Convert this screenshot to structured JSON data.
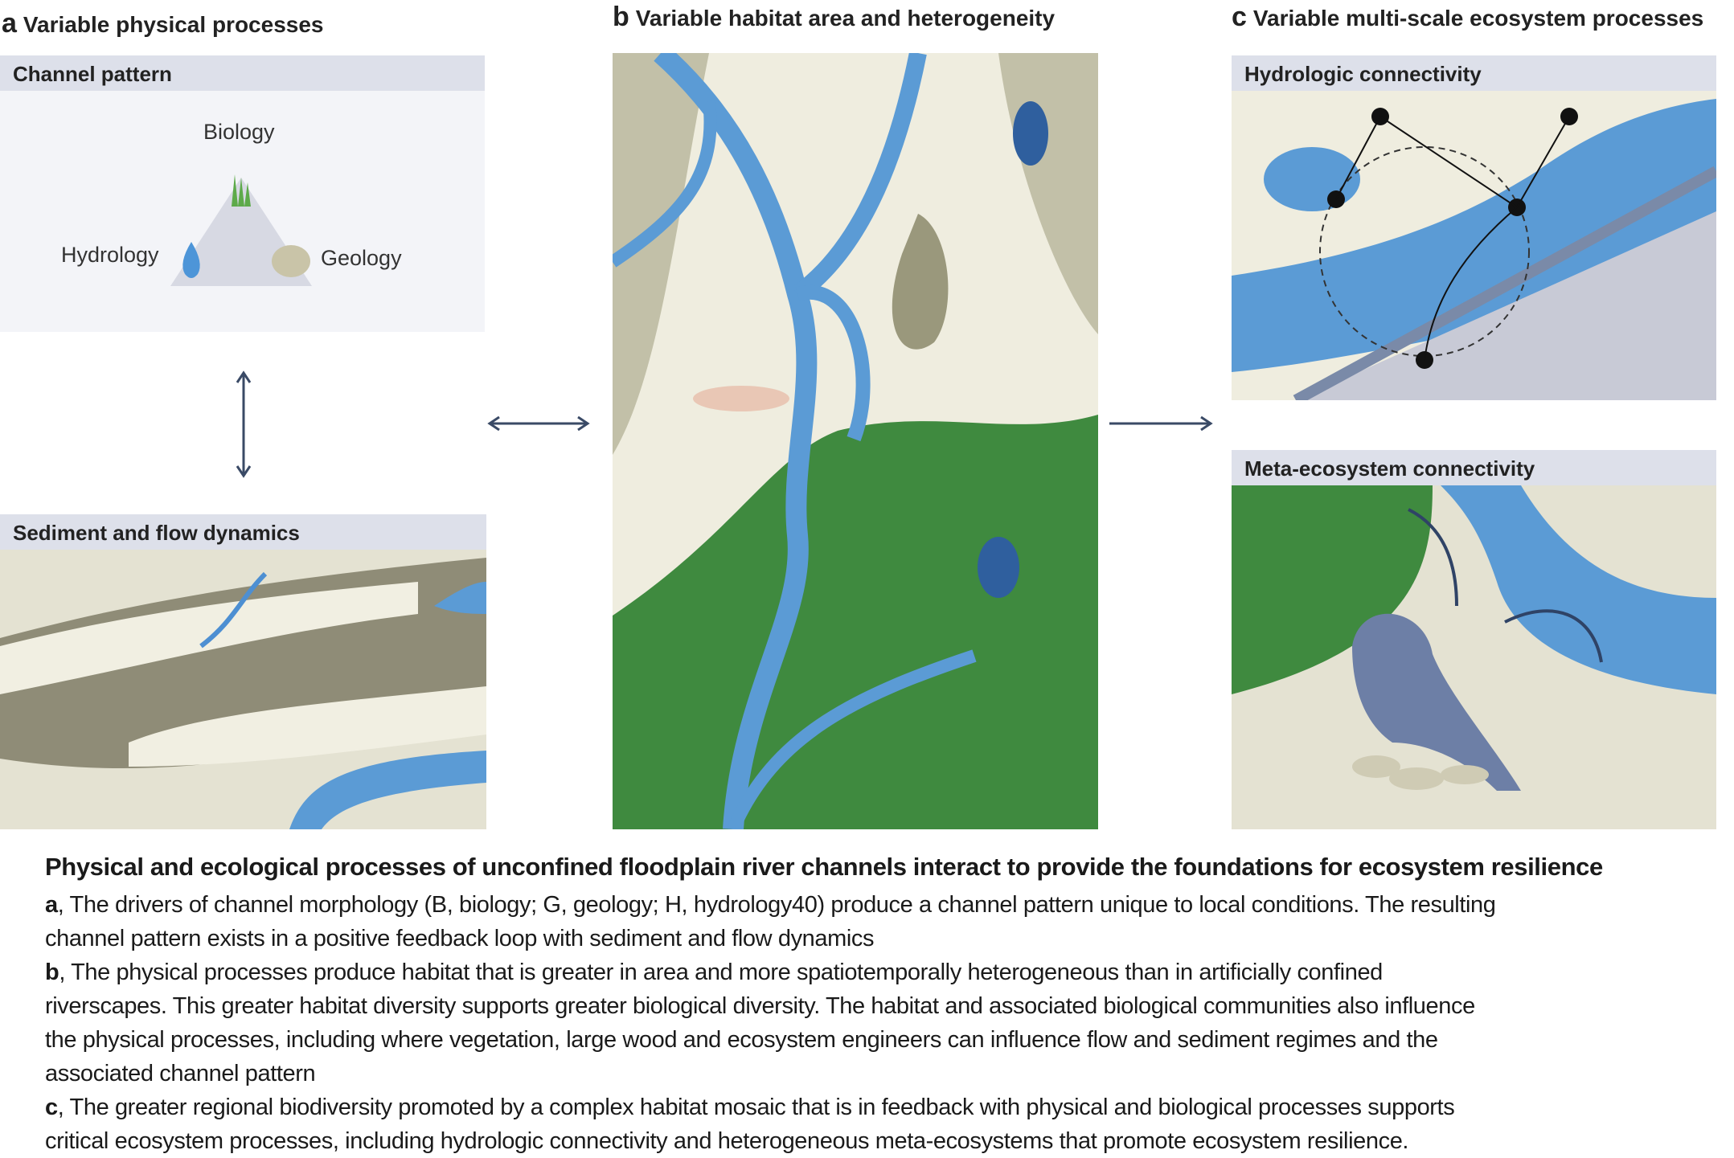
{
  "panel_a": {
    "letter": "a",
    "title": "Variable physical processes",
    "box1_title": "Channel pattern",
    "biology": "Biology",
    "hydrology": "Hydrology",
    "geology": "Geology",
    "box2_title": "Sediment and flow dynamics"
  },
  "panel_b": {
    "letter": "b",
    "title": "Variable habitat area and heterogeneity"
  },
  "panel_c": {
    "letter": "c",
    "title": "Variable multi-scale ecosystem processes",
    "box1_title": "Hydrologic connectivity",
    "box2_title": "Meta-ecosystem connectivity"
  },
  "caption": {
    "title": "Physical and ecological processes of unconfined floodplain river channels interact to provide the foundations for ecosystem resilience",
    "a_label": "a",
    "a_line1": ", The drivers of channel morphology (B, biology; G, geology; H, hydrology40) produce a channel pattern unique to local conditions. The resulting",
    "a_line2": "channel pattern exists in a positive feedback loop with sediment and flow dynamics",
    "b_label": "b",
    "b_line1": ", The physical processes produce habitat that is greater in area and more spatiotemporally heterogeneous than in artificially confined",
    "b_line2": "riverscapes. This greater habitat diversity supports greater biological diversity. The habitat and associated biological communities also influence",
    "b_line3": "the physical processes, including where vegetation, large wood and ecosystem engineers can influence flow and sediment regimes and the",
    "b_line4": "associated channel pattern",
    "c_label": "c",
    "c_line1": ", The greater regional biodiversity promoted by a complex habitat mosaic that is in feedback with physical and biological processes supports",
    "c_line2": "critical ecosystem processes, including hydrologic connectivity and heterogeneous meta-ecosystems that promote ecosystem resilience."
  },
  "colors": {
    "water": "#5b9bd5",
    "dark_water": "#2f5f9e",
    "sand": "#ecebdf",
    "sediment": "#a9a690",
    "green": "#3f8a3f",
    "header": "#dde0ea",
    "arrow": "#3a4a66"
  }
}
